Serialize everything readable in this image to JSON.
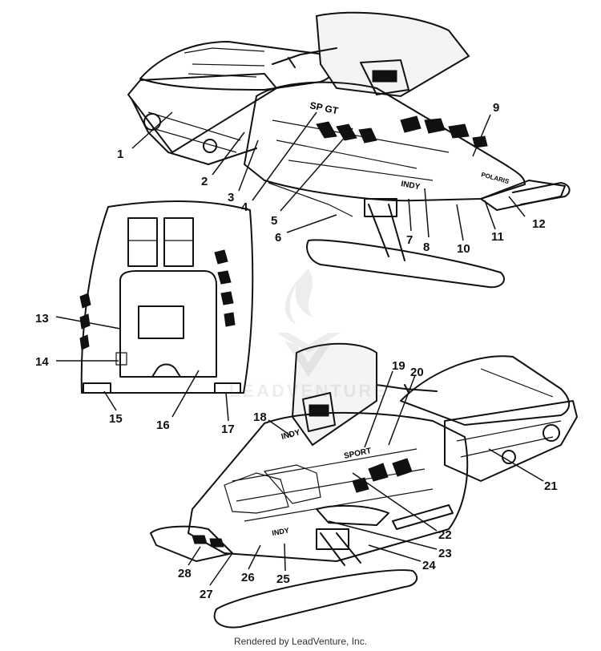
{
  "footer": {
    "credit": "Rendered by LeadVenture, Inc."
  },
  "watermark": {
    "logo_text": "LEADVENTURE"
  },
  "callouts": {
    "c1": "1",
    "c2": "2",
    "c3": "3",
    "c4": "4",
    "c5": "5",
    "c6": "6",
    "c7": "7",
    "c8": "8",
    "c9": "9",
    "c10": "10",
    "c11": "11",
    "c12": "12",
    "c13": "13",
    "c14": "14",
    "c15": "15",
    "c16": "16",
    "c17": "17",
    "c18": "18",
    "c19": "19",
    "c20": "20",
    "c21": "21",
    "c22": "22",
    "c23": "23",
    "c24": "24",
    "c25": "25",
    "c26": "26",
    "c27": "27",
    "c28": "28"
  },
  "decal_text": {
    "sp_gt": "SP GT",
    "brand": "POLARIS",
    "indy_front": "INDY",
    "indy_hood": "INDY",
    "sport_top": "SPORT",
    "indy_lower": "INDY"
  }
}
